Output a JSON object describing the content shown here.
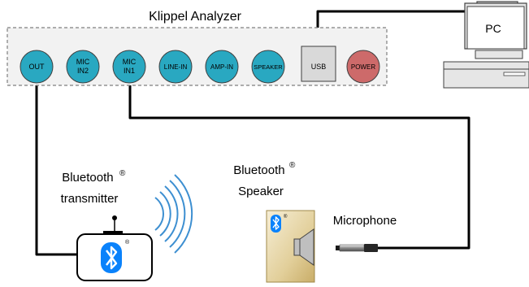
{
  "analyzer": {
    "title": "Klippel Analyzer",
    "ports": {
      "out": [
        "OUT"
      ],
      "mic_in2": [
        "MIC",
        "IN2"
      ],
      "mic_in1": [
        "MIC",
        "IN1"
      ],
      "line_in": [
        "LINE-IN"
      ],
      "amp_in": [
        "AMP-IN"
      ],
      "speaker": [
        "SPEAKER"
      ],
      "usb": [
        "USB"
      ],
      "power": [
        "POWER"
      ]
    }
  },
  "pc": {
    "label": "PC"
  },
  "transmitter": {
    "label_line1": "Bluetooth",
    "label_line2": "transmitter",
    "reg_mark": "®"
  },
  "speaker": {
    "label_line1": "Bluetooth",
    "label_line2": "Speaker",
    "reg_mark": "®"
  },
  "microphone": {
    "label": "Microphone"
  },
  "colors": {
    "port_teal": "#29a8c1",
    "port_usb": "#d9d9d9",
    "port_power": "#cd6a6a",
    "bluetooth_blue": "#0a82fb",
    "cable": "#000000"
  },
  "icons": [
    "bluetooth-icon",
    "computer-icon",
    "microphone-icon",
    "loudspeaker-icon",
    "wireless-waves-icon"
  ]
}
